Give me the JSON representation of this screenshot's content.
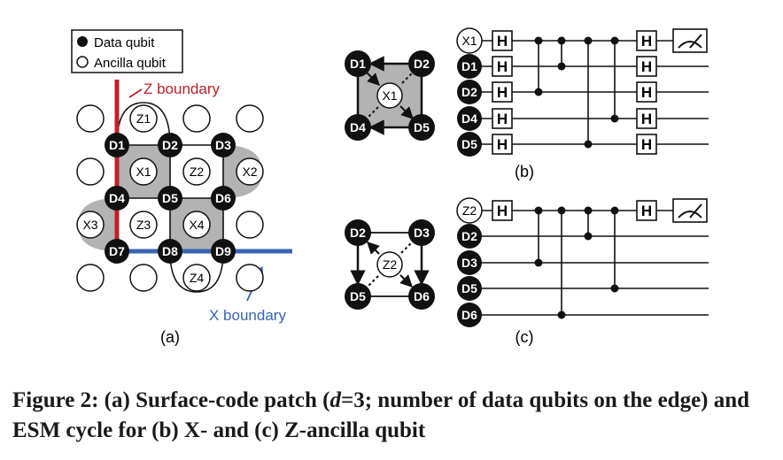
{
  "legend": {
    "data_label": "Data qubit",
    "ancilla_label": "Ancilla qubit"
  },
  "boundaries": {
    "z_label": "Z boundary",
    "x_label": "X boundary",
    "z_color": "#c0202a",
    "x_color": "#3a64b0"
  },
  "panel_a": {
    "label": "(a)",
    "data_qubits": [
      "D1",
      "D2",
      "D3",
      "D4",
      "D5",
      "D6",
      "D7",
      "D8",
      "D9"
    ],
    "x_ancillas": [
      "X1",
      "X2",
      "X3",
      "X4"
    ],
    "z_ancillas": [
      "Z1",
      "Z2",
      "Z3",
      "Z4"
    ]
  },
  "panel_b": {
    "label": "(b)",
    "ancilla": "X1",
    "data": [
      "D1",
      "D2",
      "D4",
      "D5"
    ],
    "gate": "H"
  },
  "panel_c": {
    "label": "(c)",
    "ancilla": "Z2",
    "data": [
      "D2",
      "D3",
      "D5",
      "D6"
    ],
    "gate": "H"
  },
  "caption": {
    "part1": "Figure 2: (a) Surface-code patch (",
    "d": "d",
    "part2": "=3; number of data qubits on the edge) and ESM cycle for (b) X- and (c) Z-ancilla qubit"
  },
  "colors": {
    "plaquette": "#b3b3b3",
    "ink": "#111111"
  }
}
